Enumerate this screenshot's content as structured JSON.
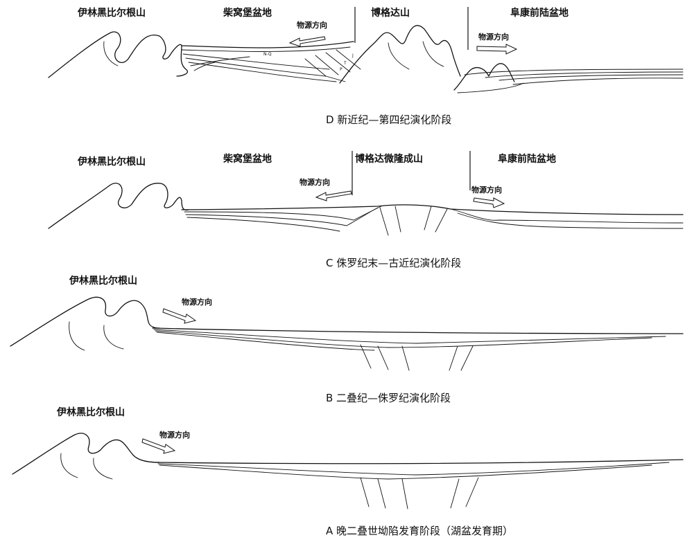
{
  "panels": {
    "d": {
      "labels": {
        "range": "伊林黑比尔根山",
        "chaiwopu": "柴窝堡盆地",
        "bogda": "博格达山",
        "fukang": "阜康前陆盆地"
      },
      "source_left": "物源方向",
      "source_right": "物源方向",
      "caption": "D  新近纪—第四纪演化阶段",
      "marks": [
        "N-Q",
        "J",
        "T",
        "P"
      ]
    },
    "c": {
      "labels": {
        "range": "伊林黑比尔根山",
        "chaiwopu": "柴窝堡盆地",
        "bogda": "博格达微隆成山",
        "fukang": "阜康前陆盆地"
      },
      "source_left": "物源方向",
      "source_right": "物源方向",
      "caption": "C  侏罗纪末—古近纪演化阶段"
    },
    "b": {
      "labels": {
        "range": "伊林黑比尔根山"
      },
      "source": "物源方向",
      "caption": "B  二叠纪—侏罗纪演化阶段"
    },
    "a": {
      "labels": {
        "range": "伊林黑比尔根山"
      },
      "source": "物源方向",
      "caption": "A  晚二叠世坳陷发育阶段（湖盆发育期）"
    }
  }
}
